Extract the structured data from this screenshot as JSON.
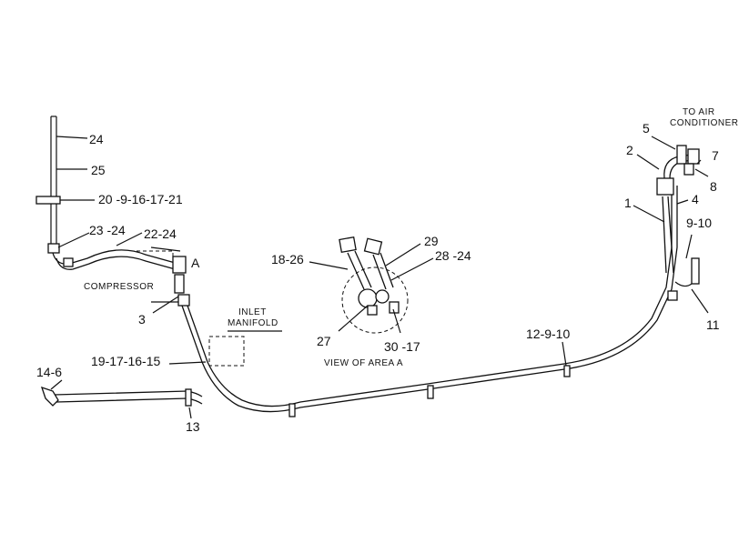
{
  "labels": {
    "l24": "24",
    "l25": "25",
    "l20": "20 -9-16-17-21",
    "l23": "23 -24",
    "l22": "22-24",
    "lA": "A",
    "compressor": "COMPRESSOR",
    "l3": "3",
    "inlet1": "INLET",
    "inlet2": "MANIFOLD",
    "l19": "19-17-16-15",
    "l14": "14-6",
    "l13": "13",
    "l18": "18-26",
    "l29": "29",
    "l28": "28 -24",
    "l27": "27",
    "l30": "30 -17",
    "view": "VIEW OF AREA A",
    "l12": "12-9-10",
    "to_air1": "TO AIR",
    "to_air2": "CONDITIONER",
    "l5": "5",
    "l2": "2",
    "l7": "7",
    "l8": "8",
    "l1": "1",
    "l4": "4",
    "l9": "9-10",
    "l11": "11"
  }
}
